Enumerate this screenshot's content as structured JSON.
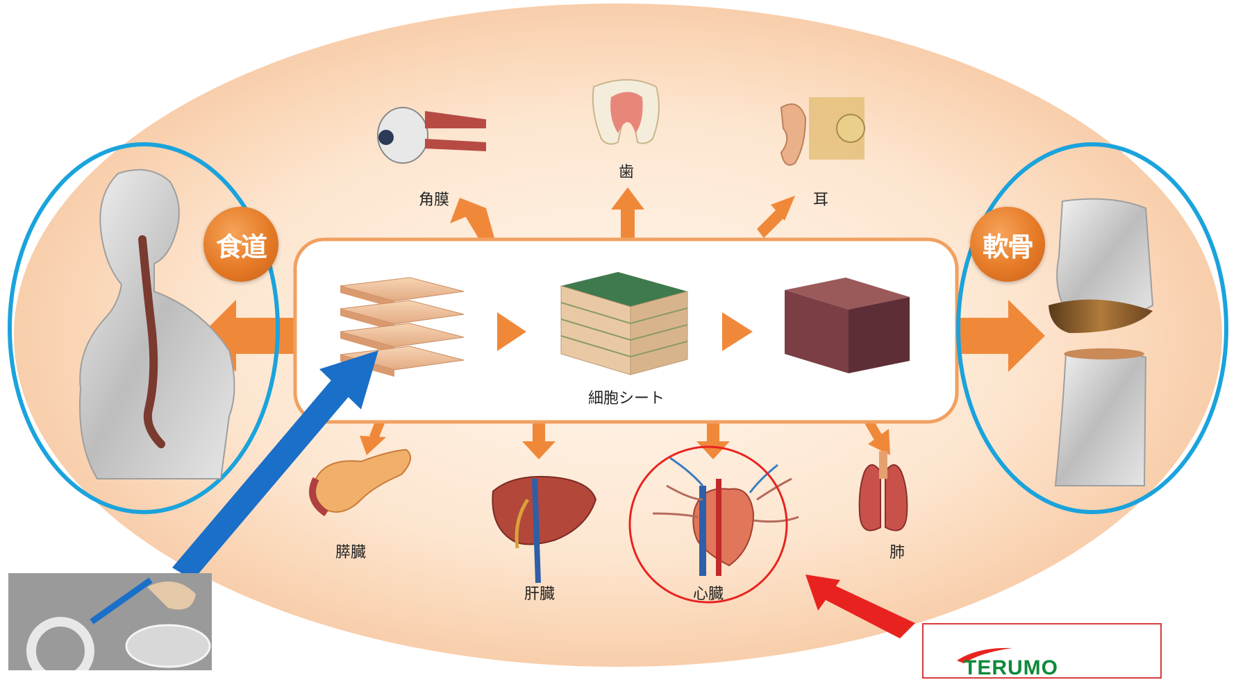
{
  "labels": {
    "esophagus": "食道",
    "cartilage": "軟骨",
    "cornea": "角膜",
    "tooth": "歯",
    "ear": "耳",
    "cell_sheet": "細胞シート",
    "pancreas": "膵臓",
    "liver": "肝臓",
    "heart": "心臓",
    "lung": "肺"
  },
  "logo": {
    "text": "TERUMO"
  },
  "colors": {
    "orange": "#f0883a",
    "cyan_circle": "#1aa3dc",
    "blue_arrow": "#1a6fc8",
    "red": "#e8231f",
    "peach_bg": "#fbe0c8"
  }
}
